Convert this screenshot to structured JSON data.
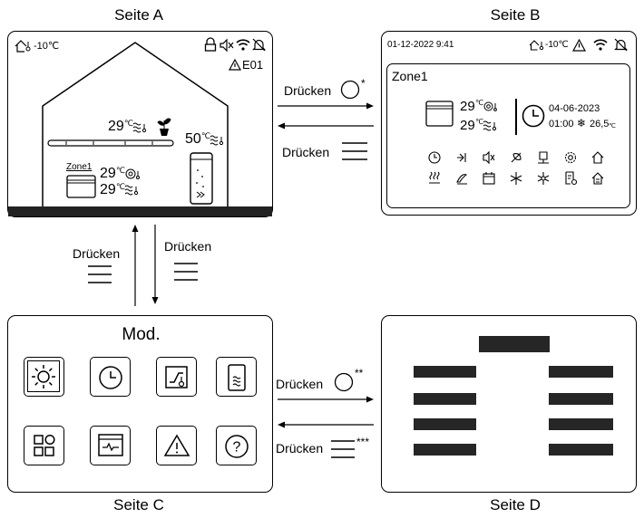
{
  "pages": {
    "a": {
      "title": "Seite A",
      "outdoor_temp": "-10℃",
      "error_code": "E01",
      "room_temp": "29",
      "room_temp_unit": "℃",
      "tank_temp": "50",
      "tank_temp_unit": "℃",
      "zone_label": "Zone1",
      "zone_temp_1": "29",
      "zone_temp_2": "29",
      "temp_unit": "℃"
    },
    "b": {
      "title": "Seite B",
      "datetime": "01-12-2022 9:41",
      "outdoor_temp": "-10℃",
      "zone_label": "Zone1",
      "zone_temp_1": "29",
      "zone_temp_2": "29",
      "temp_unit": "℃",
      "schedule_date": "04-06-2023",
      "schedule_time": "01:00",
      "schedule_temp": "26,5",
      "schedule_temp_unit": "℃"
    },
    "c": {
      "title": "Seite C",
      "heading": "Mod."
    },
    "d": {
      "title": "Seite D"
    }
  },
  "arrows": {
    "a_to_b": "Drücken",
    "a_to_b_mark": "*",
    "b_to_a": "Drücken",
    "a_to_c": "Drücken",
    "c_to_a": "Drücken",
    "c_to_d": "Drücken",
    "c_to_d_mark": "**",
    "d_to_c": "Drücken",
    "d_to_c_mark": "***"
  },
  "icons": {
    "home_temp": "home-thermometer-icon",
    "lock": "lock-icon",
    "mute": "speaker-mute-icon",
    "wifi": "wifi-icon",
    "alarm_off": "alarm-off-icon",
    "warning": "warning-triangle-icon",
    "press_circle": "circle-button-icon",
    "press_menu": "menu-lines-icon",
    "mode": "sun-icon",
    "timer": "clock-icon",
    "curve": "curve-thermometer-icon",
    "dhw": "tank-icon",
    "functions": "grid-icon",
    "monitor": "monitor-icon",
    "error": "warning-triangle-icon",
    "help": "question-circle-icon"
  }
}
